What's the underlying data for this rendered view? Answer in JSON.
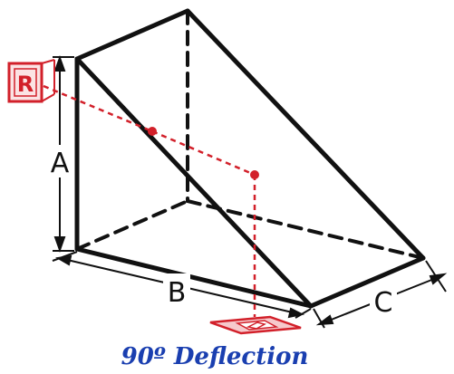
{
  "diagram": {
    "caption": "90º Deflection",
    "dimension_labels": {
      "height": "A",
      "base": "B",
      "depth": "C"
    },
    "image_letter": "R"
  },
  "colors": {
    "edge": "#111111",
    "beam": "#d2202a",
    "caption": "#1a3fb0",
    "image_fill": "#f6c9cc"
  }
}
